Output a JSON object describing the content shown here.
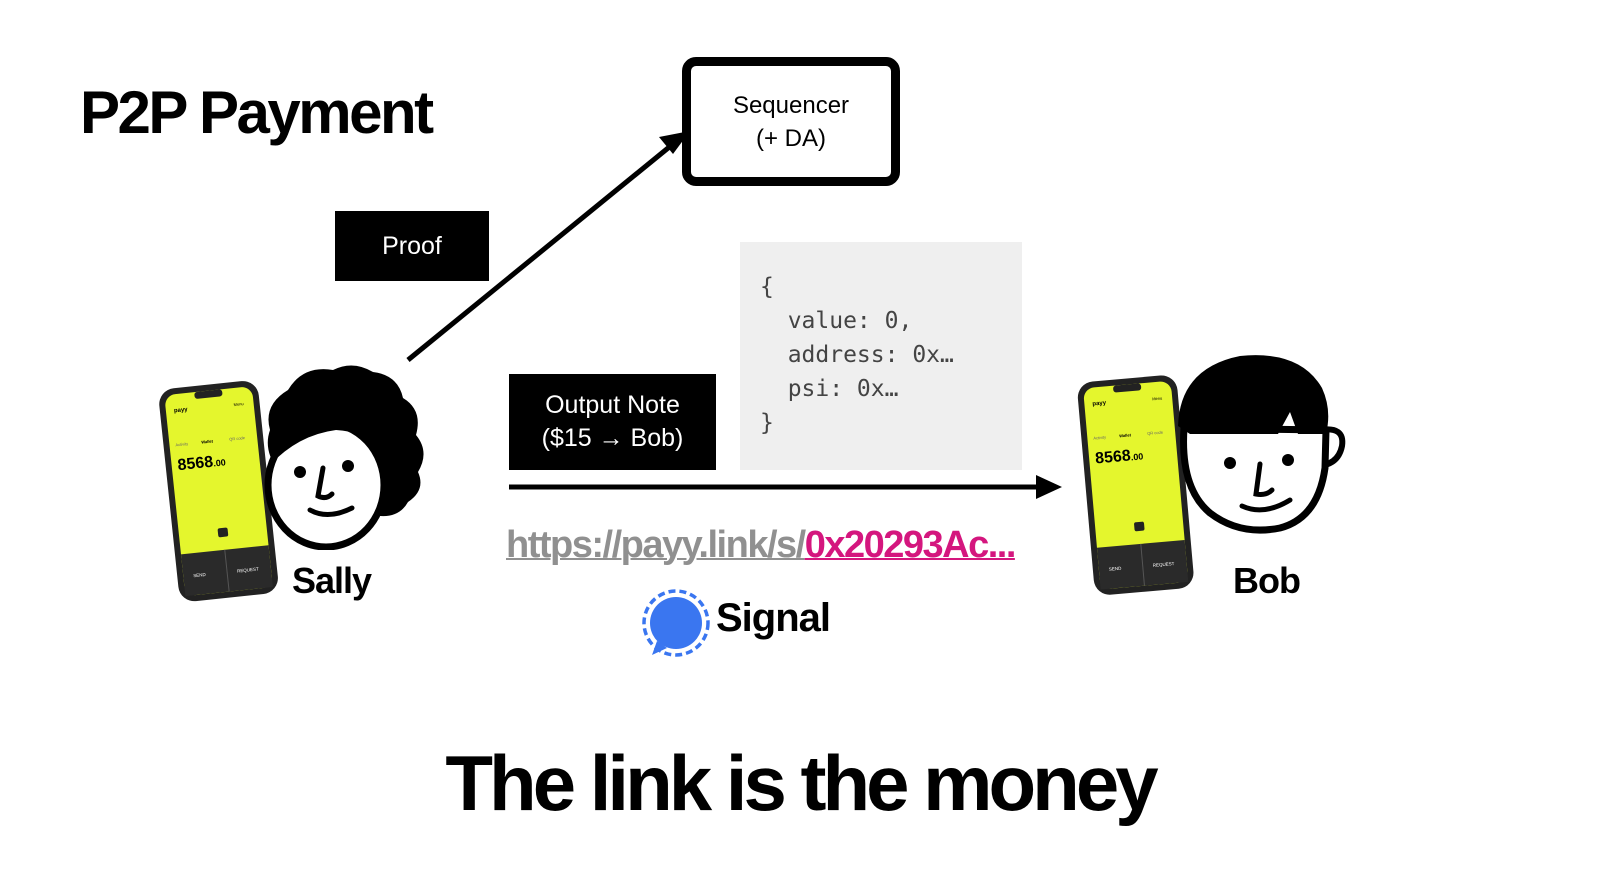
{
  "title": "P2P Payment",
  "sequencer": {
    "line1": "Sequencer",
    "line2": "(+ DA)"
  },
  "proof_label": "Proof",
  "output_note": {
    "line1": "Output Note",
    "line2": "($15 → Bob)"
  },
  "code": "{\n  value: 0,\n  address: 0x…\n  psi: 0x…\n}",
  "link": {
    "prefix": "https://payy.link/s/",
    "hash": "0x20293Ac..."
  },
  "signal_label": "Signal",
  "tagline": "The link is the money",
  "sally": {
    "name": "Sally",
    "phone": {
      "app": "payy",
      "menu": "Menu",
      "tabs": [
        "Activity",
        "Wallet",
        "QR code"
      ],
      "balance_whole": "8568",
      "balance_cents": ".00",
      "send": "SEND",
      "request": "REQUEST"
    }
  },
  "bob": {
    "name": "Bob",
    "phone": {
      "app": "payy",
      "menu": "Menu",
      "tabs": [
        "Activity",
        "Wallet",
        "QR code"
      ],
      "balance_whole": "8568",
      "balance_cents": ".00",
      "send": "SEND",
      "request": "REQUEST"
    }
  },
  "colors": {
    "phone_screen": "#e4f62d",
    "link_hash": "#d4167e",
    "link_prefix": "#909090",
    "signal_blue": "#3a76f0",
    "code_bg": "#efefef"
  }
}
